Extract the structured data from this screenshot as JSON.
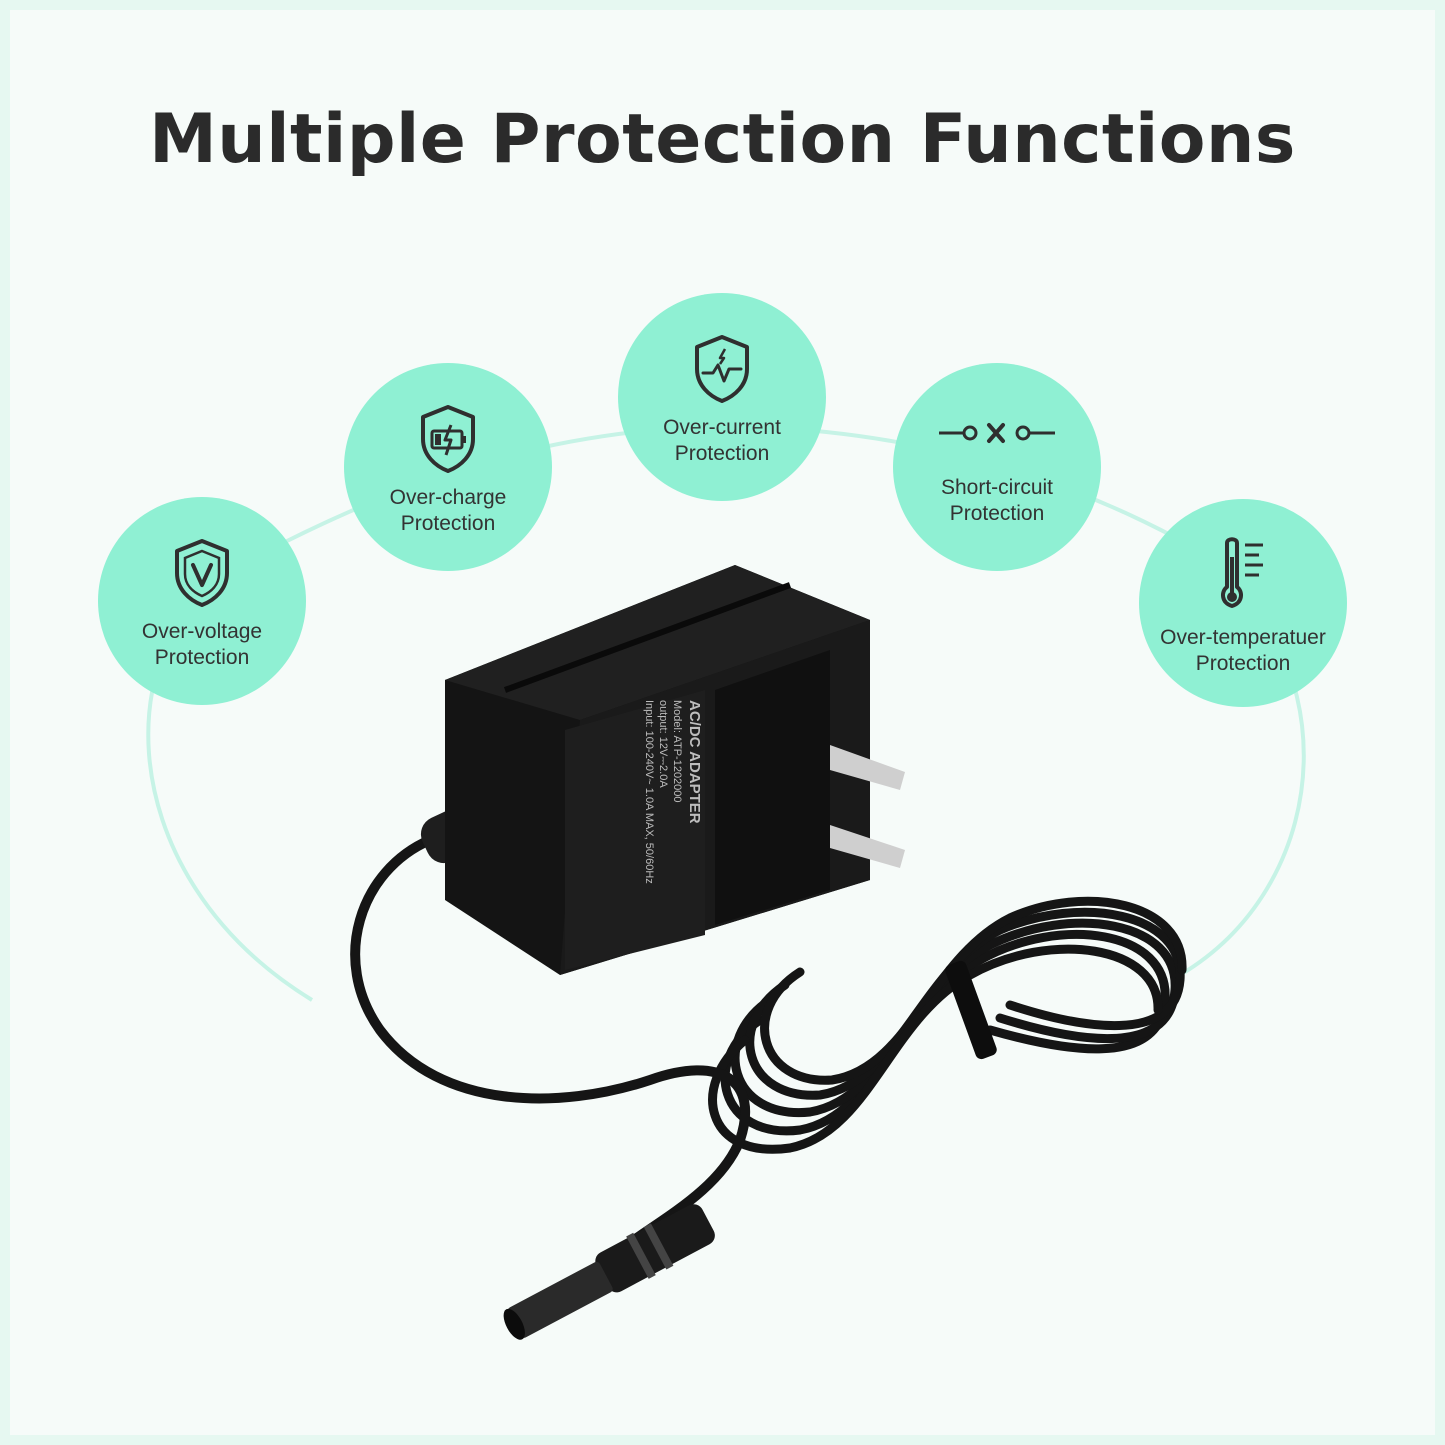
{
  "title": "Multiple Protection Functions",
  "colors": {
    "accent": "#8ff0d3",
    "arc": "#c6f3e6",
    "title": "#2b2b2b",
    "label": "#333333",
    "icon": "#2f2f2f",
    "product": "#161616"
  },
  "features": [
    {
      "icon": "shield-v-icon",
      "line1": "Over-voltage",
      "line2": "Protection"
    },
    {
      "icon": "shield-battery-icon",
      "line1": "Over-charge",
      "line2": "Protection"
    },
    {
      "icon": "shield-pulse-icon",
      "line1": "Over-current",
      "line2": "Protection"
    },
    {
      "icon": "short-circuit-icon",
      "line1": "Short-circuit",
      "line2": "Protection"
    },
    {
      "icon": "thermometer-icon",
      "line1": "Over-temperatuer",
      "line2": "Protection"
    }
  ],
  "product": {
    "label_lines": [
      "AC/DC ADAPTER",
      "Model: ATP-1202000",
      "output: 12V⎓2.0A",
      "Input: 100-240V~ 1.0A MAX, 50/60Hz"
    ]
  }
}
